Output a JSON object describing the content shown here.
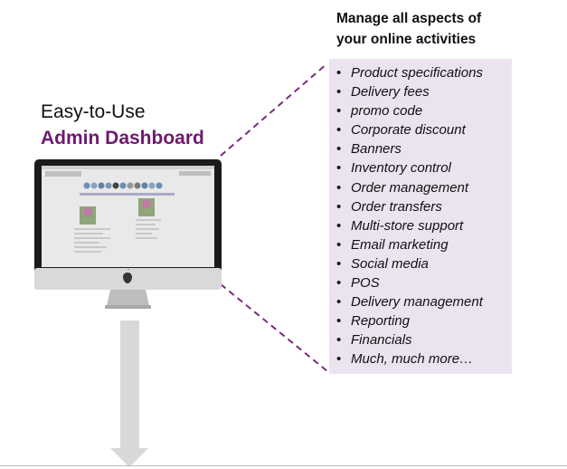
{
  "heading": {
    "line1": "Manage all aspects of",
    "line2": "your online activities"
  },
  "features": [
    "Product specifications",
    "Delivery fees",
    "promo code",
    "Corporate discount",
    "Banners",
    "Inventory control",
    "Order management",
    "Order transfers",
    "Multi-store support",
    "Email marketing",
    "Social media",
    "POS",
    "Delivery management",
    "Reporting",
    "Financials",
    "Much, much more…"
  ],
  "title": {
    "line1": "Easy-to-Use",
    "line2": "Admin Dashboard"
  },
  "colors": {
    "accent": "#6d1a6e",
    "list_background": "#ece3f0",
    "arrow": "#d8d8d8"
  },
  "icons": {
    "monitor": "imac-monitor-icon",
    "arrow": "down-arrow-icon",
    "logo": "apple-logo-icon"
  }
}
